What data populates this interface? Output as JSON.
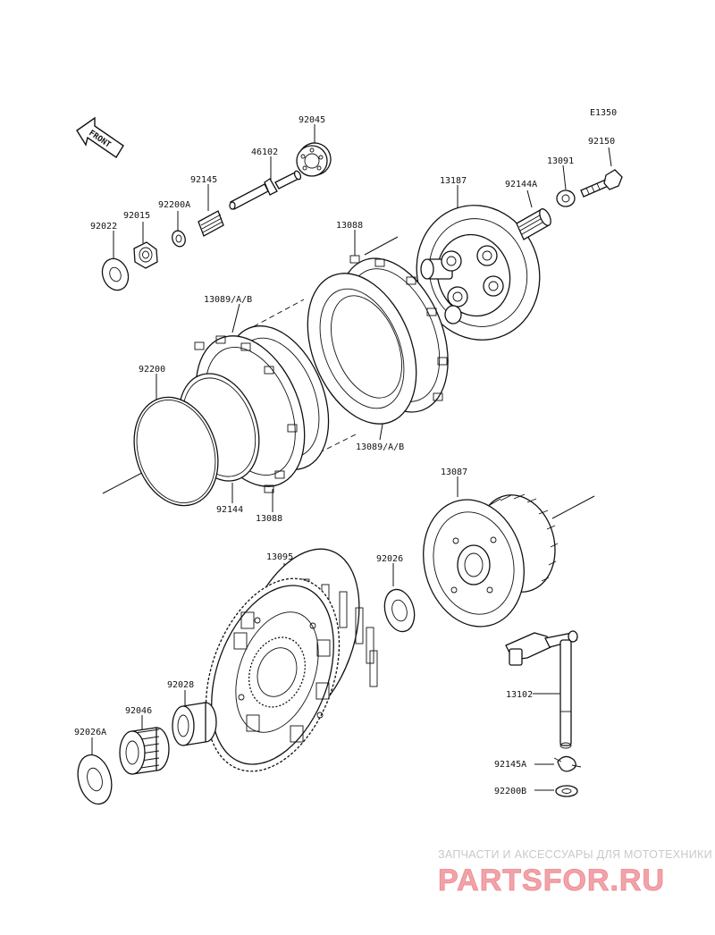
{
  "diagram_code": "E1350",
  "front_label": "FRONT",
  "parts": {
    "p92045": "92045",
    "p46102": "46102",
    "p92145": "92145",
    "p92200A": "92200A",
    "p92015": "92015",
    "p92022": "92022",
    "p13187": "13187",
    "p92144A": "92144A",
    "p13091": "13091",
    "p92150": "92150",
    "p13088_top": "13088",
    "p13089_top": "13089/A/B",
    "p92200": "92200",
    "p92144": "92144",
    "p13088_bottom": "13088",
    "p13089_bottom": "13089/A/B",
    "p13087": "13087",
    "p13095": "13095",
    "p92026": "92026",
    "p92028": "92028",
    "p92046": "92046",
    "p92026A": "92026A",
    "p13102": "13102",
    "p92145A": "92145A",
    "p92200B": "92200B"
  },
  "watermark": {
    "tagline": "ЗАПЧАСТИ И АКСЕССУАРЫ ДЛЯ МОТОТЕХНИКИ",
    "brand": "PARTSFOR.RU",
    "brand_color": "#f2a3a8"
  }
}
